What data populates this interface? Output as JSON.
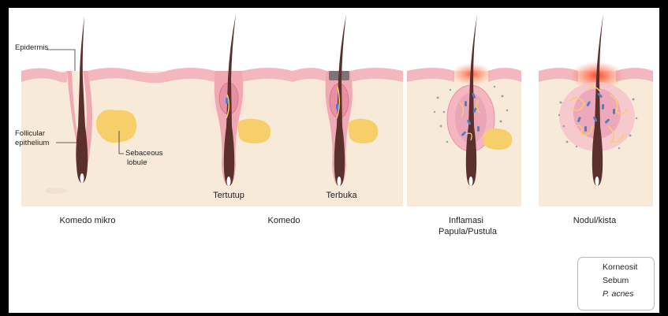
{
  "panel_labels": {
    "epidermis": "Epidermis",
    "follicular": "Follicular",
    "epithelium": "epithelium",
    "sebaceous": "Sebaceous",
    "lobule": "lobule"
  },
  "sublabels": {
    "closed": "Tertutup",
    "open": "Terbuka"
  },
  "captions": {
    "micro": "Komedo mikro",
    "comedo": "Komedo",
    "inflam_1": "Inflamasi",
    "inflam_2": "Papula/Pustula",
    "nodule": "Nodul/kista"
  },
  "legend": {
    "corneocyte": "Korneosit",
    "sebum": "Sebum",
    "bacteria": "P. acnes"
  },
  "colors": {
    "skin": "#f8ead9",
    "epidermis": "#f3b8bf",
    "follicle_wall": "#f0a9b3",
    "hair": "#5b2f2b",
    "sebum": "#f6cf6b",
    "bacteria": "#4f7fc0",
    "inflammation": "#ff5a3c"
  }
}
